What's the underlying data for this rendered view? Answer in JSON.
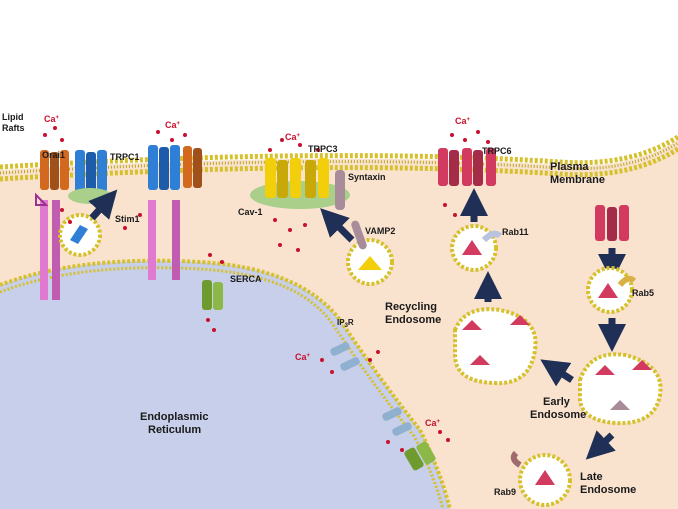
{
  "labels": {
    "lipid_rafts_1": "Lipid",
    "lipid_rafts_2": "Rafts",
    "orai1": "Orai1",
    "trpc1": "TRPC1",
    "stim1": "Stim1",
    "serca": "SERCA",
    "cav1": "Cav-1",
    "trpc3": "TRPC3",
    "syntaxin": "Syntaxin",
    "vamp2": "VAMP2",
    "trpc6": "TRPC6",
    "rab11": "Rab11",
    "rab5": "Rab5",
    "rab9": "Rab9",
    "plasma_membrane_1": "Plasma",
    "plasma_membrane_2": "Membrane",
    "recycling_endosome_1": "Recycling",
    "recycling_endosome_2": "Endosome",
    "early_endosome_1": "Early",
    "early_endosome_2": "Endosome",
    "late_endosome_1": "Late",
    "late_endosome_2": "Endosome",
    "er_1": "Endoplasmic",
    "er_2": "Reticulum",
    "ip3r_main": "IP",
    "ip3r_sub": "3",
    "ip3r_tail": "R",
    "ca": "Ca",
    "ca_charge": "+"
  },
  "colors": {
    "cytoplasm": "#f9e3cf",
    "er": "#c7cfea",
    "membrane_head": "#d6c02c",
    "ca": "#c8102e",
    "arrow": "#1f2f55",
    "orai": "#d2691e",
    "trpc1": "#2f7fd6",
    "trpc3": "#f2cf0a",
    "trpc6": "#d23a5f",
    "stim": "#e07ad0",
    "serca": "#6f9a2e",
    "cav": "#a9cf8b"
  }
}
